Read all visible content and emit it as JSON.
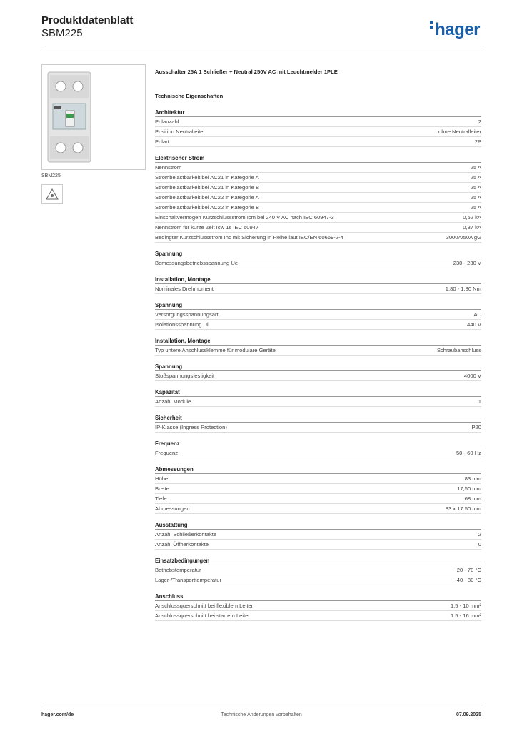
{
  "header": {
    "title": "Produktdatenblatt",
    "code": "SBM225",
    "logo": "hager",
    "logo_color": "#1a5ea8"
  },
  "product": {
    "image_caption": "SBM225",
    "cert_icon": "certification-mark-icon"
  },
  "main": {
    "subtitle": "Ausschalter 25A 1 Schließer + Neutral 250V AC mit Leuchtmelder 1PLE",
    "tech_title": "Technische Eigenschaften"
  },
  "sections": [
    {
      "title": "Architektur",
      "rows": [
        {
          "label": "Polanzahl",
          "value": "2"
        },
        {
          "label": "Position Neutralleiter",
          "value": "ohne Neutralleiter"
        },
        {
          "label": "Polart",
          "value": "2P"
        }
      ]
    },
    {
      "title": "Elektrischer Strom",
      "rows": [
        {
          "label": "Nennstrom",
          "value": "25 A"
        },
        {
          "label": "Strombelastbarkeit bei AC21 in Kategorie A",
          "value": "25 A"
        },
        {
          "label": "Strombelastbarkeit bei AC21 in Kategorie B",
          "value": "25 A"
        },
        {
          "label": "Strombelastbarkeit bei AC22 in Kategorie A",
          "value": "25 A"
        },
        {
          "label": "Strombelastbarkeit bei AC22 in Kategorie B",
          "value": "25 A"
        },
        {
          "label": "Einschaltvermögen Kurzschlussstrom Icm bei 240 V AC nach IEC 60947-3",
          "value": "0,52 kA"
        },
        {
          "label": "Nennstrom für kurze Zeit Icw 1s IEC 60947",
          "value": "0,37 kA"
        },
        {
          "label": "Bedingter Kurzschlussstrom Inc mit Sicherung in Reihe laut IEC/EN 60669-2-4",
          "value": "3000A/50A gG"
        }
      ]
    },
    {
      "title": "Spannung",
      "rows": [
        {
          "label": "Bemessungsbetriebsspannung Ue",
          "value": "230 - 230 V"
        }
      ]
    },
    {
      "title": "Installation, Montage",
      "rows": [
        {
          "label": "Nominales Drehmoment",
          "value": "1,80 - 1,80 Nm"
        }
      ]
    },
    {
      "title": "Spannung",
      "rows": [
        {
          "label": "Versorgungsspannungsart",
          "value": "AC"
        },
        {
          "label": "Isolationsspannung Ui",
          "value": "440 V"
        }
      ]
    },
    {
      "title": "Installation, Montage",
      "rows": [
        {
          "label": "Typ untere Anschlussklemme für modulare Geräte",
          "value": "Schraubanschluss"
        }
      ]
    },
    {
      "title": "Spannung",
      "rows": [
        {
          "label": "Stoßspannungsfestigkeit",
          "value": "4000 V"
        }
      ]
    },
    {
      "title": "Kapazität",
      "rows": [
        {
          "label": "Anzahl Module",
          "value": "1"
        }
      ]
    },
    {
      "title": "Sicherheit",
      "rows": [
        {
          "label": "IP-Klasse (Ingress Protection)",
          "value": "IP20"
        }
      ]
    },
    {
      "title": "Frequenz",
      "rows": [
        {
          "label": "Frequenz",
          "value": "50 - 60 Hz"
        }
      ]
    },
    {
      "title": "Abmessungen",
      "rows": [
        {
          "label": "Höhe",
          "value": "83 mm"
        },
        {
          "label": "Breite",
          "value": "17,50 mm"
        },
        {
          "label": "Tiefe",
          "value": "68 mm"
        },
        {
          "label": "Abmessungen",
          "value": "83 x 17.50 mm"
        }
      ]
    },
    {
      "title": "Ausstattung",
      "rows": [
        {
          "label": "Anzahl Schließerkontakte",
          "value": "2"
        },
        {
          "label": "Anzahl Öffnerkontakte",
          "value": "0"
        }
      ]
    },
    {
      "title": "Einsatzbedingungen",
      "rows": [
        {
          "label": "Betriebstemperatur",
          "value": "-20 - 70 °C"
        },
        {
          "label": "Lager-/Transporttemperatur",
          "value": "-40 - 80 °C"
        }
      ]
    },
    {
      "title": "Anschluss",
      "rows": [
        {
          "label": "Anschlussquerschnitt bei flexiblem Leiter",
          "value": "1.5 - 10 mm²"
        },
        {
          "label": "Anschlussquerschnitt bei starrem Leiter",
          "value": "1.5 - 16 mm²"
        }
      ]
    }
  ],
  "footer": {
    "website": "hager.com/de",
    "note": "Technische Änderungen vorbehalten",
    "date": "07.09.2025"
  }
}
